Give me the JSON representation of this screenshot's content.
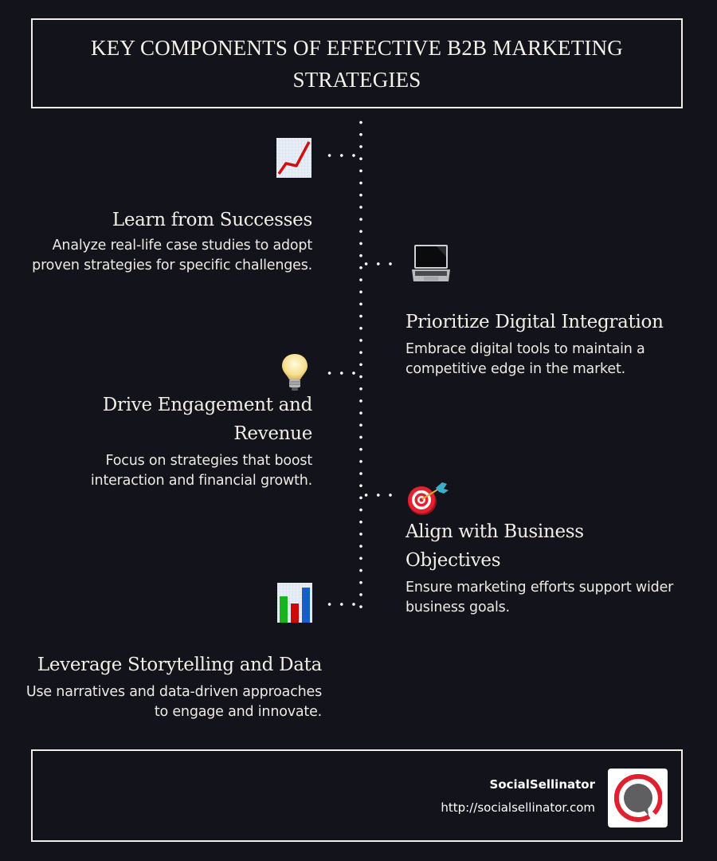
{
  "title": "KEY COMPONENTS OF EFFECTIVE B2B MARKETING STRATEGIES",
  "items": [
    {
      "heading": "Learn from Successes",
      "description": "Analyze real-life case studies to adopt proven strategies for specific challenges.",
      "icon": "chart-increasing-icon",
      "side": "left"
    },
    {
      "heading": "Prioritize Digital Integration",
      "description": "Embrace digital tools to maintain a competitive edge in the market.",
      "icon": "laptop-icon",
      "side": "right"
    },
    {
      "heading": "Drive Engagement and Revenue",
      "description": "Focus on strategies that boost interaction and financial growth.",
      "icon": "light-bulb-icon",
      "side": "left"
    },
    {
      "heading": "Align with Business Objectives",
      "description": "Ensure marketing efforts support wider business goals.",
      "icon": "direct-hit-target-icon",
      "side": "right"
    },
    {
      "heading": "Leverage Storytelling and Data",
      "description": "Use narratives and data-driven approaches to engage and innovate.",
      "icon": "bar-chart-icon",
      "side": "left"
    }
  ],
  "footer": {
    "brand_name": "SocialSellinator",
    "url": "http://socialsellinator.com",
    "logo": "socialsellinator-logo-icon"
  },
  "colors": {
    "background": "#12131b",
    "text": "#f1ede4",
    "logo_red": "#e0202e",
    "logo_gray": "#5f5f62"
  }
}
